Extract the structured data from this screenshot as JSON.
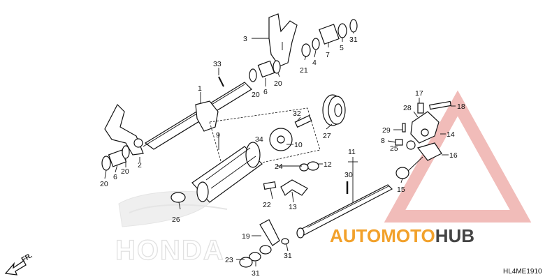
{
  "labels": {
    "l1": "1",
    "l2": "2",
    "l3": "3",
    "l4": "4",
    "l5": "5",
    "l6a": "6",
    "l6b": "6",
    "l7": "7",
    "l8": "8",
    "l9": "9",
    "l10": "10",
    "l11": "11",
    "l12": "12",
    "l13": "13",
    "l14": "14",
    "l15": "15",
    "l16": "16",
    "l17": "17",
    "l18": "18",
    "l19": "19",
    "l20a": "20",
    "l20b": "20",
    "l20c": "20",
    "l20d": "20",
    "l21": "21",
    "l22": "22",
    "l23": "23",
    "l24": "24",
    "l25": "25",
    "l26": "26",
    "l27": "27",
    "l28": "28",
    "l29": "29",
    "l30": "30",
    "l31a": "31",
    "l31b": "31",
    "l31c": "31",
    "l32": "32",
    "l33": "33",
    "l34": "34"
  },
  "diagram_code": "HL4ME1910",
  "front_marker": "FR.",
  "brand_watermark": "HONDA",
  "watermark": {
    "part1": "AUTOMOTO",
    "part2": "HUB",
    "color1": "#f2a12b",
    "color2": "#444444",
    "triangle_color": "#d9342b"
  }
}
